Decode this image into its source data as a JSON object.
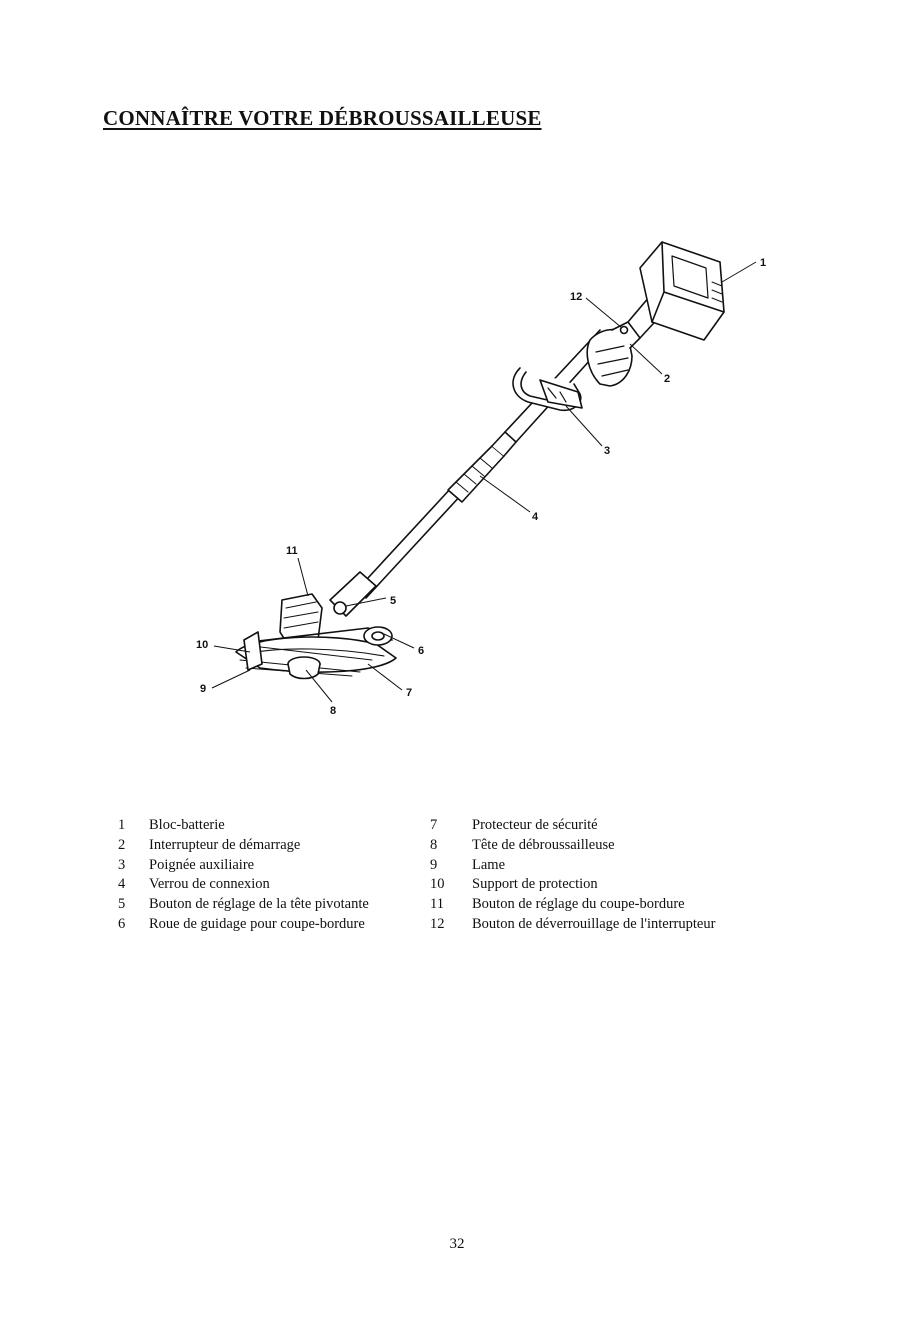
{
  "header": {
    "title": "CONNAÎTRE VOTRE DÉBROUSSAILLEUSE"
  },
  "figure": {
    "callouts": [
      "1",
      "2",
      "3",
      "4",
      "5",
      "6",
      "7",
      "8",
      "9",
      "10",
      "11",
      "12"
    ]
  },
  "legend": {
    "left": [
      {
        "num": "1",
        "label": "Bloc-batterie"
      },
      {
        "num": "2",
        "label": "Interrupteur de démarrage"
      },
      {
        "num": "3",
        "label": "Poignée auxiliaire"
      },
      {
        "num": "4",
        "label": "Verrou de connexion"
      },
      {
        "num": "5",
        "label": "Bouton de réglage de la tête pivotante"
      },
      {
        "num": "6",
        "label": "Roue de guidage pour coupe-bordure"
      }
    ],
    "right": [
      {
        "num": "7",
        "label": "Protecteur de sécurité"
      },
      {
        "num": "8",
        "label": "Tête de débroussailleuse"
      },
      {
        "num": "9",
        "label": "Lame"
      },
      {
        "num": "10",
        "label": "Support de protection"
      },
      {
        "num": "11",
        "label": "Bouton de réglage du coupe-bordure"
      },
      {
        "num": "12",
        "label": "Bouton de déverrouillage de l'interrupteur"
      }
    ]
  },
  "footer": {
    "page_number": "32"
  }
}
